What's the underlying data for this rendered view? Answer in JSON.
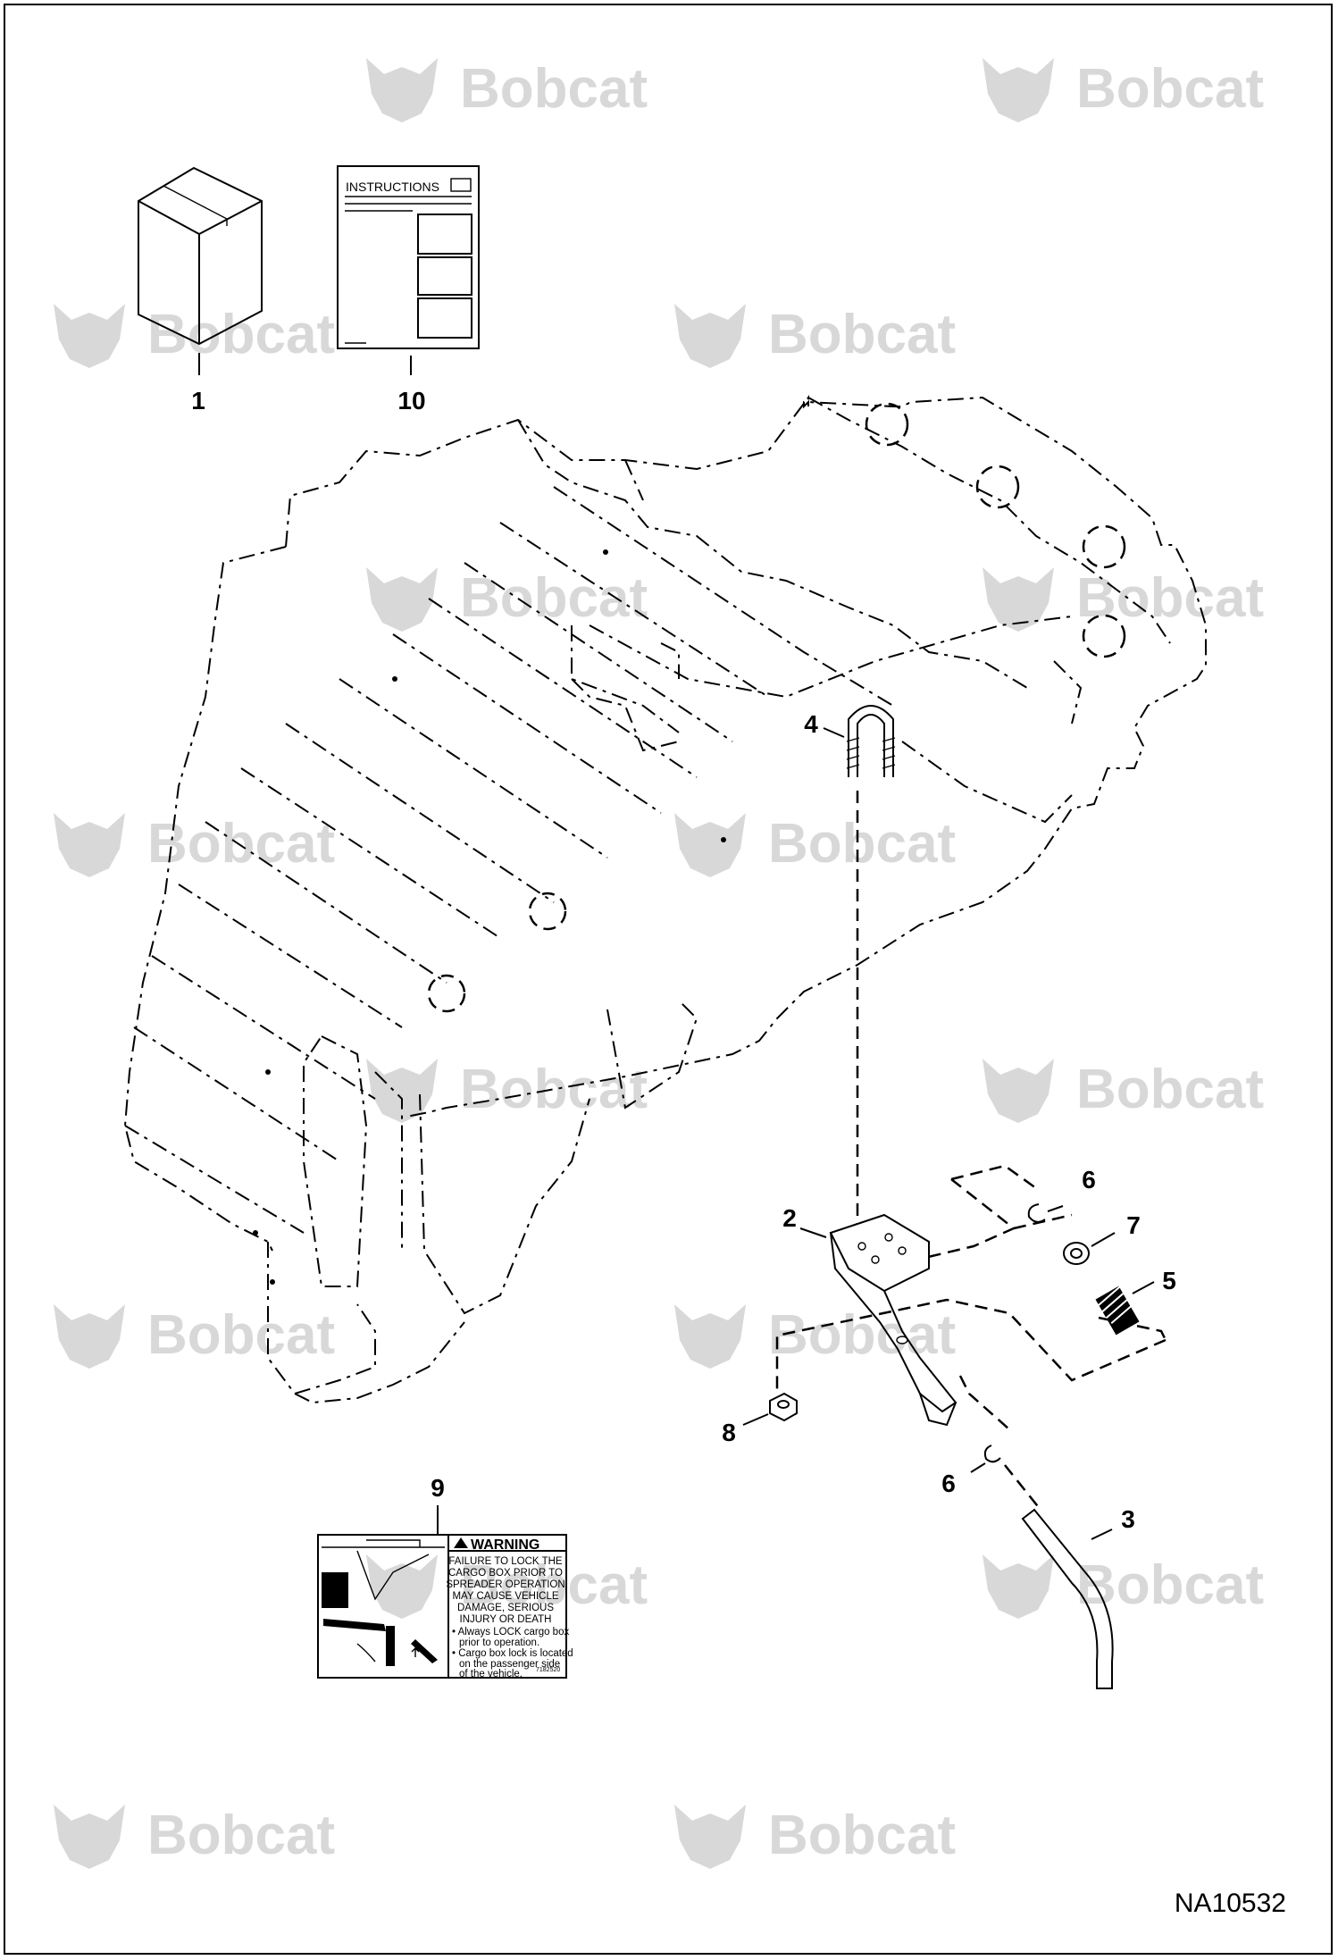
{
  "watermark": {
    "text": "Bobcat",
    "color": "#d8d8d8"
  },
  "drawing_code": "NA10532",
  "callouts": [
    {
      "id": "1",
      "label": "1"
    },
    {
      "id": "10",
      "label": "10"
    },
    {
      "id": "4",
      "label": "4"
    },
    {
      "id": "2",
      "label": "2"
    },
    {
      "id": "6a",
      "label": "6"
    },
    {
      "id": "7",
      "label": "7"
    },
    {
      "id": "5",
      "label": "5"
    },
    {
      "id": "8",
      "label": "8"
    },
    {
      "id": "6b",
      "label": "6"
    },
    {
      "id": "3",
      "label": "3"
    },
    {
      "id": "9",
      "label": "9"
    }
  ],
  "instructions_sheet": {
    "title": "INSTRUCTIONS"
  },
  "warning_decal": {
    "heading": "WARNING",
    "lines": [
      "FAILURE TO LOCK THE",
      "CARGO BOX PRIOR TO",
      "SPREADER OPERATION",
      "MAY CAUSE VEHICLE",
      "DAMAGE, SERIOUS",
      "INJURY OR DEATH"
    ],
    "bullets": [
      "• Always LOCK cargo box",
      "prior to operation.",
      "• Cargo box lock is located",
      "on the passenger side",
      "of the vehicle."
    ],
    "part_number": "7182520"
  }
}
